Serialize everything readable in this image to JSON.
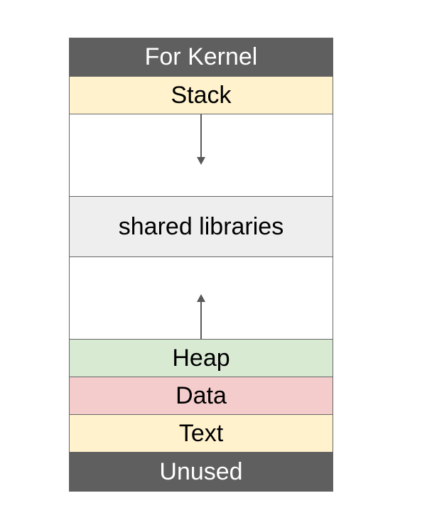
{
  "diagram": {
    "segments": [
      {
        "label": "For Kernel",
        "color": "#5f5f5f"
      },
      {
        "label": "Stack",
        "color": "#fff2cc"
      },
      {
        "label": "",
        "color": "#ffffff"
      },
      {
        "label": "shared libraries",
        "color": "#eeeeee"
      },
      {
        "label": "",
        "color": "#ffffff"
      },
      {
        "label": "Heap",
        "color": "#d9ead3"
      },
      {
        "label": "Data",
        "color": "#f4cccc"
      },
      {
        "label": "Text",
        "color": "#fff2cc"
      },
      {
        "label": "Unused",
        "color": "#5f5f5f"
      }
    ],
    "arrows": {
      "stack_growth": "down-arrow-icon",
      "heap_growth": "up-arrow-icon"
    }
  }
}
